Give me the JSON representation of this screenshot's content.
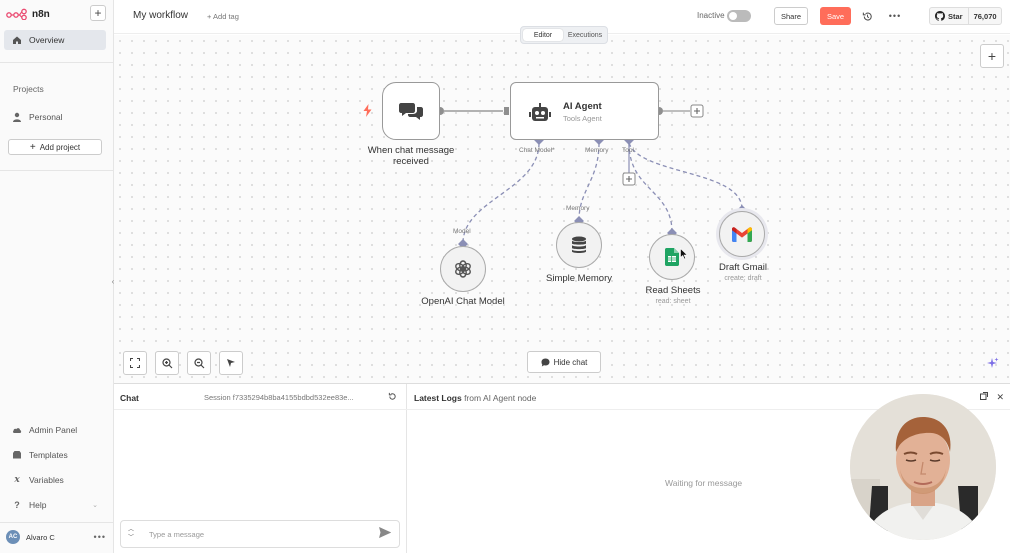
{
  "app": {
    "name": "n8n"
  },
  "sidebar": {
    "items": [
      {
        "label": "Overview",
        "icon": "home-icon"
      }
    ],
    "projects_label": "Projects",
    "personal_label": "Personal",
    "add_project_label": "Add project",
    "bottom_items": [
      {
        "label": "Admin Panel",
        "icon": "cloud-icon"
      },
      {
        "label": "Templates",
        "icon": "box-icon"
      },
      {
        "label": "Variables",
        "icon": "variable-icon"
      },
      {
        "label": "Help",
        "icon": "help-icon"
      }
    ],
    "user": {
      "initials": "AC",
      "name": "Alvaro C"
    }
  },
  "header": {
    "workflow_title": "My workflow",
    "add_tag": "+ Add tag",
    "status_label": "Inactive",
    "share_label": "Share",
    "save_label": "Save",
    "github": {
      "star_label": "Star",
      "count": "76,070"
    }
  },
  "canvas": {
    "tabs": [
      {
        "label": "Editor",
        "active": true
      },
      {
        "label": "Executions",
        "active": false
      }
    ],
    "hide_chat_label": "Hide chat",
    "nodes": {
      "trigger": {
        "label_line1": "When chat message",
        "label_line2": "received"
      },
      "agent": {
        "title": "AI Agent",
        "subtitle": "Tools Agent",
        "ports": {
          "chat_model": "Chat Model*",
          "memory": "Memory",
          "tool": "Tool"
        }
      },
      "openai": {
        "label": "OpenAI Chat Model",
        "port": "Model"
      },
      "memory": {
        "label": "Simple Memory",
        "port": "Memory"
      },
      "sheets": {
        "label": "Read Sheets",
        "sub": "read: sheet"
      },
      "gmail": {
        "label": "Draft Gmail",
        "sub": "create: draft"
      }
    }
  },
  "chat": {
    "title": "Chat",
    "session": "Session  f7335294b8ba4155bdbd532ee83e...",
    "placeholder": "Type a message"
  },
  "logs": {
    "title_bold": "Latest Logs",
    "title_rest": " from AI Agent node",
    "waiting": "Waiting for message"
  },
  "colors": {
    "accent": "#ff6d5a",
    "edge": "#8b8fb5",
    "edge_main": "#999999"
  }
}
